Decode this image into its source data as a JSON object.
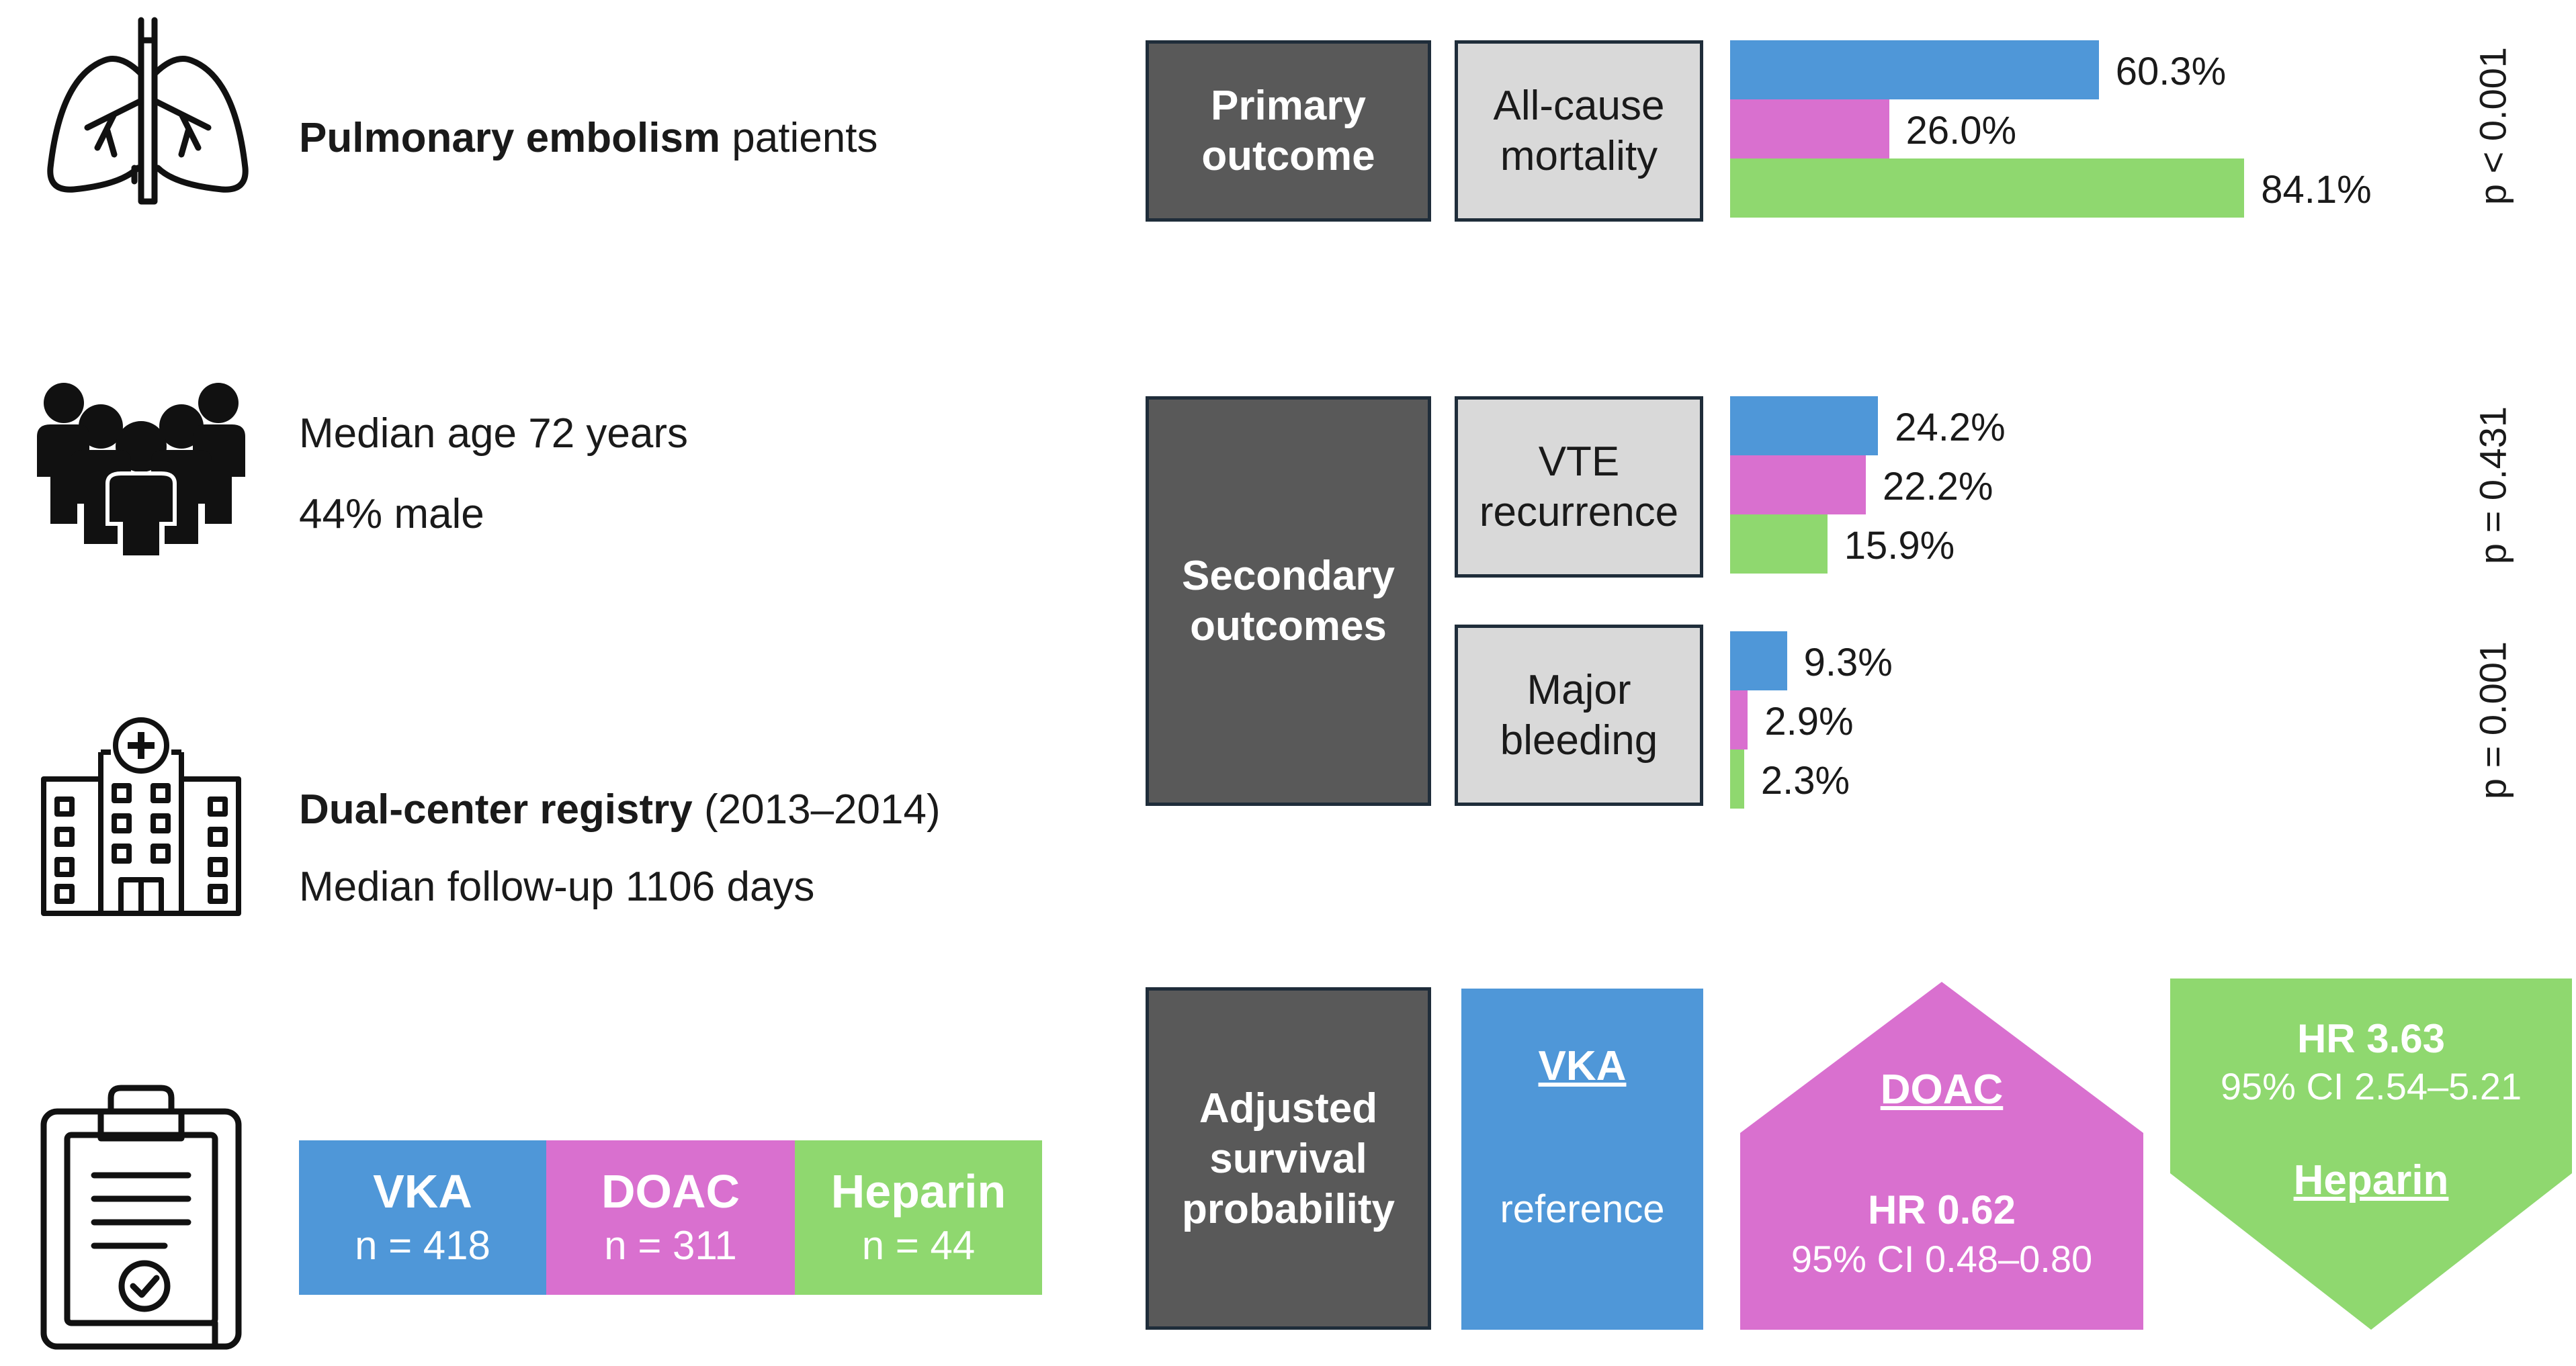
{
  "left": {
    "lungs_info": {
      "bold": "Pulmonary embolism",
      "rest": " patients"
    },
    "demographics": {
      "line1": "Median age 72 years",
      "line2": "44% male"
    },
    "registry": {
      "bold": "Dual-center registry",
      "rest": " (2013–2014)",
      "line2": "Median follow-up 1106 days"
    },
    "groups": [
      {
        "name": "VKA",
        "n": "n = 418",
        "color": "#4f97d8"
      },
      {
        "name": "DOAC",
        "n": "n = 311",
        "color": "#d970cf"
      },
      {
        "name": "Heparin",
        "n": "n = 44",
        "color": "#8fd86f"
      }
    ]
  },
  "right": {
    "primary": {
      "label_line1": "Primary",
      "label_line2": "outcome"
    },
    "secondary": {
      "label_line1": "Secondary",
      "label_line2": "outcomes"
    },
    "adjusted": {
      "label_line1": "Adjusted",
      "label_line2": "survival",
      "label_line3": "probability"
    },
    "outcomes": [
      {
        "line1": "All-cause",
        "line2": "mortality",
        "p": "p < 0.001"
      },
      {
        "line1": "VTE",
        "line2": "recurrence",
        "p": "p = 0.431"
      },
      {
        "line1": "Major",
        "line2": "bleeding",
        "p": "p = 0.001"
      }
    ],
    "hr": {
      "vka": {
        "name": "VKA",
        "text": "reference"
      },
      "doac": {
        "name": "DOAC",
        "hr": "HR 0.62",
        "ci": "95% CI 0.48–0.80"
      },
      "heparin": {
        "name": "Heparin",
        "hr": "HR 3.63",
        "ci": "95% CI 2.54–5.21"
      }
    }
  },
  "chart_data": {
    "type": "bar",
    "orientation": "horizontal",
    "categories": [
      "All-cause mortality",
      "VTE recurrence",
      "Major bleeding"
    ],
    "series": [
      {
        "name": "VKA",
        "color": "#4f97d8",
        "values": [
          60.3,
          24.2,
          9.3
        ],
        "labels": [
          "60.3%",
          "24.2%",
          "9.3%"
        ]
      },
      {
        "name": "DOAC",
        "color": "#d970cf",
        "values": [
          26.0,
          22.2,
          2.9
        ],
        "labels": [
          "26.0%",
          "22.2%",
          "2.9%"
        ]
      },
      {
        "name": "Heparin",
        "color": "#8fd86f",
        "values": [
          84.1,
          15.9,
          2.3
        ],
        "labels": [
          "84.1%",
          "15.9%",
          "2.3%"
        ]
      }
    ],
    "p_values": [
      "p < 0.001",
      "p = 0.431",
      "p = 0.001"
    ]
  }
}
